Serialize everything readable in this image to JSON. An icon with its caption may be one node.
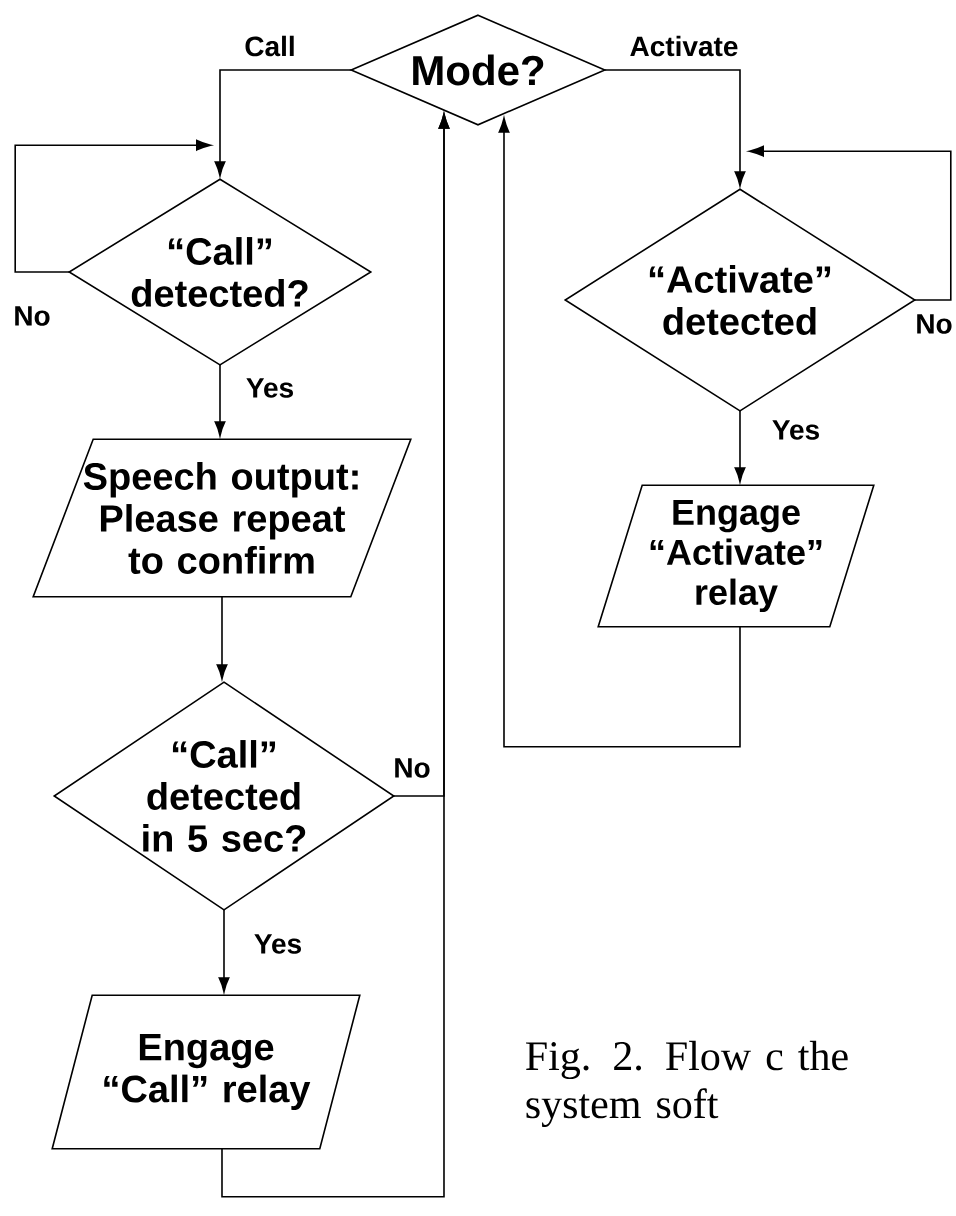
{
  "diagram": {
    "caption": "Fig. 2. Flow c the system soft",
    "nodes": [
      {
        "text": [
          "Mode?"
        ]
      },
      {
        "text": [
          "“Call” detected?"
        ]
      },
      {
        "text": [
          "Speech output: Please repeat to confirm"
        ]
      },
      {
        "text": [
          "“Call” detected in 5 sec?"
        ]
      },
      {
        "text": [
          "Engage “Call” relay"
        ]
      },
      {
        "text": [
          "“Activate” detected"
        ]
      },
      {
        "text": [
          "Engage “Activate” relay"
        ]
      }
    ],
    "edges": [
      {
        "from": 0,
        "to": 1,
        "arrow": "to",
        "label": "Call"
      },
      {
        "from": 1,
        "to": 1,
        "arrow": "to",
        "label": "No"
      },
      {
        "from": 1,
        "to": 2,
        "arrow": "to",
        "label": "Yes"
      },
      {
        "from": 2,
        "to": 3,
        "arrow": "to"
      },
      {
        "from": 3,
        "to": 0,
        "arrow": "to",
        "label": "No"
      },
      {
        "from": 3,
        "to": 4,
        "arrow": "to",
        "label": "Yes"
      },
      {
        "from": 4,
        "to": 0,
        "arrow": "to"
      },
      {
        "from": 0,
        "to": 5,
        "arrow": "to",
        "label": "Activate"
      },
      {
        "from": 5,
        "to": 5,
        "arrow": "to",
        "label": "No"
      },
      {
        "from": 5,
        "to": 6,
        "arrow": "to",
        "label": "Yes"
      },
      {
        "from": 6,
        "to": 0,
        "arrow": "to"
      }
    ]
  }
}
